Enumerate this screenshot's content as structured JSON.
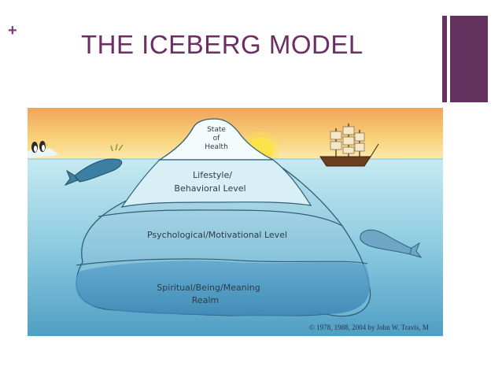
{
  "slide": {
    "plus_mark": "+",
    "title": "THE ICEBERG MODEL"
  },
  "iceberg": {
    "tier_1_line_1": "State",
    "tier_1_line_2": "of",
    "tier_1_line_3": "Health",
    "tier_2_line_1": "Lifestyle/",
    "tier_2_line_2": "Behavioral Level",
    "tier_3": "Psychological/Motivational Level",
    "tier_4_line_1": "Spiritual/Being/Meaning",
    "tier_4_line_2": "Realm",
    "copyright": "© 1978, 1988, 2004 by John W. Travis, M"
  },
  "colors": {
    "title": "#6b2f63",
    "accent": "#63325f",
    "sky_top": "#f3b46b",
    "sun": "#fde34a",
    "water": "#a8dbe6"
  }
}
